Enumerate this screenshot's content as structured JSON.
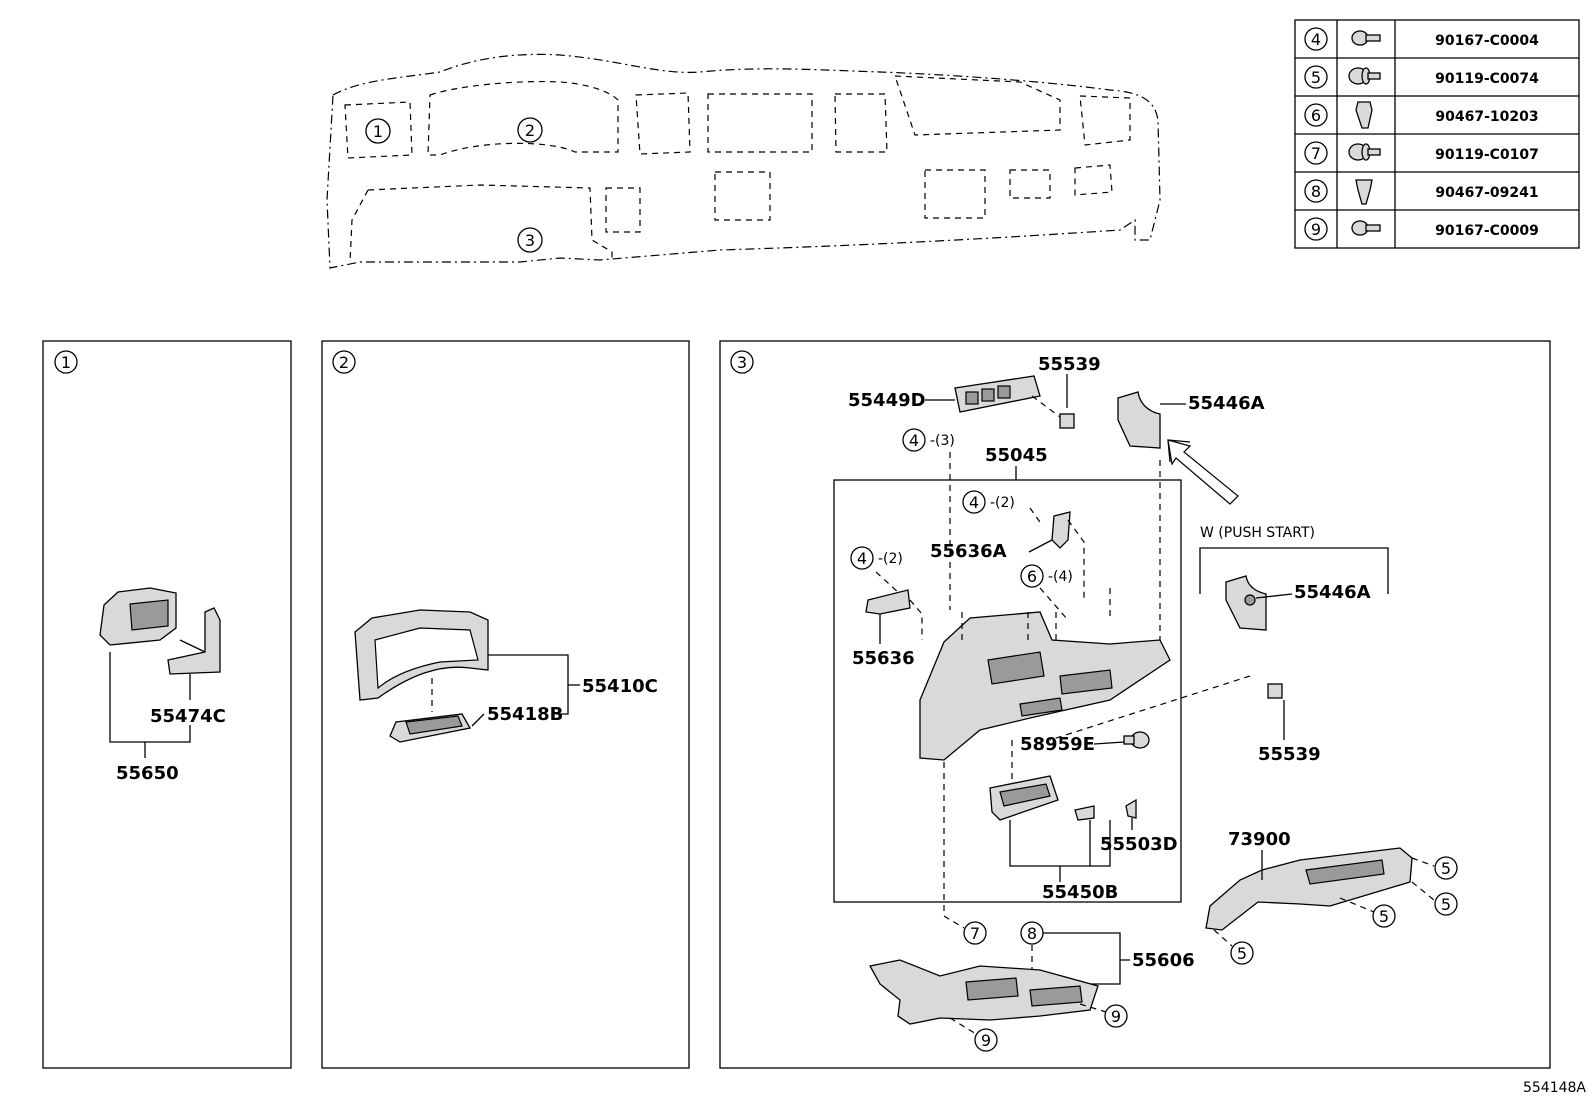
{
  "diagram_id": "554148A",
  "overview_areas": [
    "1",
    "2",
    "3"
  ],
  "fastener_table": [
    {
      "ref": "4",
      "icon": "bolt-icon",
      "part_no": "90167-C0004"
    },
    {
      "ref": "5",
      "icon": "bolt-washer-icon",
      "part_no": "90119-C0074"
    },
    {
      "ref": "6",
      "icon": "clip-icon",
      "part_no": "90467-10203"
    },
    {
      "ref": "7",
      "icon": "bolt-washer-icon",
      "part_no": "90119-C0107"
    },
    {
      "ref": "8",
      "icon": "clip-icon",
      "part_no": "90467-09241"
    },
    {
      "ref": "9",
      "icon": "bolt-icon",
      "part_no": "90167-C0009"
    }
  ],
  "panels": {
    "p1": {
      "number": "1",
      "parts": [
        "55474C",
        "55650"
      ]
    },
    "p2": {
      "number": "2",
      "parts": [
        "55410C",
        "55418B"
      ]
    },
    "p3": {
      "number": "3",
      "parts": [
        "55539",
        "55449D",
        "55446A",
        "55045",
        "55636A",
        "55636",
        "58959E",
        "55503D",
        "55450B",
        "55539",
        "73900",
        "55606",
        "55446A"
      ],
      "variant_label": "W (PUSH START)",
      "refs": [
        {
          "ref": "4",
          "qty": "-(3)"
        },
        {
          "ref": "4",
          "qty": "-(2)"
        },
        {
          "ref": "4",
          "qty": "-(2)"
        },
        {
          "ref": "6",
          "qty": "-(4)"
        },
        {
          "ref": "7"
        },
        {
          "ref": "8"
        },
        {
          "ref": "9"
        },
        {
          "ref": "9"
        },
        {
          "ref": "5"
        },
        {
          "ref": "5"
        },
        {
          "ref": "5"
        },
        {
          "ref": "5"
        }
      ]
    }
  }
}
